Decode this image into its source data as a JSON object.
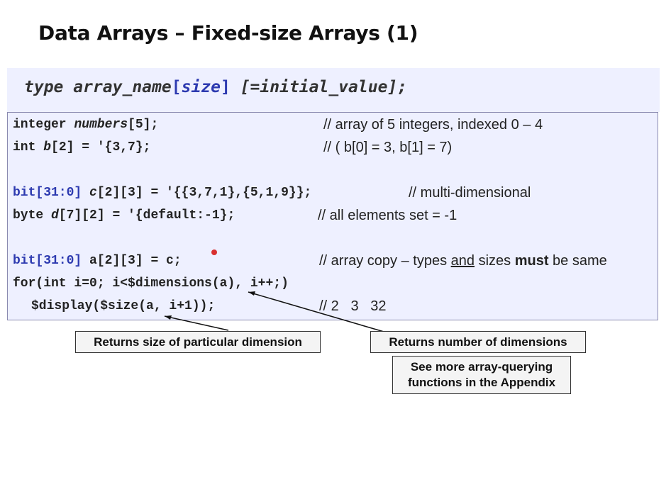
{
  "title": "Data Arrays – Fixed-size Arrays (1)",
  "syntax": {
    "type_kw": "type",
    "array_name": "array_name",
    "open_bracket": "[",
    "size": "size",
    "close_bracket": "]",
    "initial": "[=initial_value];"
  },
  "code_lines": [
    {
      "kw": "integer",
      "rest_italic": "numbers",
      "rest": "[5];",
      "comment": "// array of 5 integers, indexed 0 – 4"
    },
    {
      "kw": "int",
      "rest_italic": "b",
      "rest": "[2] = '{3,7};",
      "comment": "// ( b[0] = 3, b[1] = 7)"
    },
    {
      "kw": "bit[31:0]",
      "rest_italic": "c",
      "rest": "[2][3] = '{{3,7,1},{5,1,9}};",
      "comment": "// multi-dimensional"
    },
    {
      "kw": "byte",
      "rest_italic": "d",
      "rest": "[7][2] = '{default:-1};",
      "comment": "// all elements set = -1"
    },
    {
      "kw": "bit[31:0]",
      "rest_italic": "a",
      "rest": "[2][3] = c;",
      "comment_pre": "// array copy – types ",
      "comment_and": "and",
      "comment_mid": " sizes ",
      "comment_must": "must",
      "comment_post": " be same"
    },
    {
      "kw": "for",
      "text": "(int i=0; i<$dimensions(a), i++;)"
    },
    {
      "text": "$display($size(a, i+1));",
      "comment": "// 2   3   32"
    }
  ],
  "callouts": {
    "size": "Returns size of particular dimension",
    "dimensions": "Returns number of dimensions",
    "appendix": "See more array-querying functions in the Appendix"
  }
}
